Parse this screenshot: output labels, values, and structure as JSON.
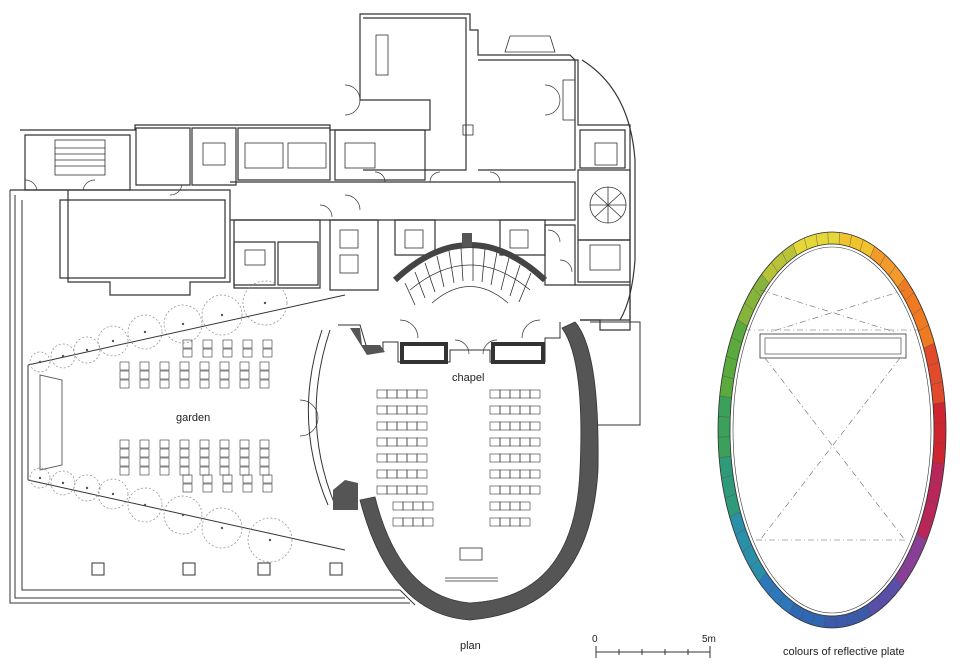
{
  "labels": {
    "chapel": "chapel",
    "garden": "garden",
    "plan": "plan",
    "colours": "colours of reflective plate"
  },
  "scale_bar": {
    "start": "0",
    "end": "5m"
  },
  "colors": {
    "line": "#333333",
    "wall_fill": "#555555",
    "dash": "#888888"
  },
  "reflective_plate_colors": [
    "#e3d73a",
    "#f0c22b",
    "#f39a2a",
    "#ef7a22",
    "#e24a2c",
    "#cf2530",
    "#b8265a",
    "#8a3f97",
    "#5a4fa8",
    "#3c5aaa",
    "#2f68b2",
    "#2c78ba",
    "#2b8fa8",
    "#2f9a7a",
    "#3ba05a",
    "#5aaa3e",
    "#86b43a",
    "#b8c338"
  ]
}
